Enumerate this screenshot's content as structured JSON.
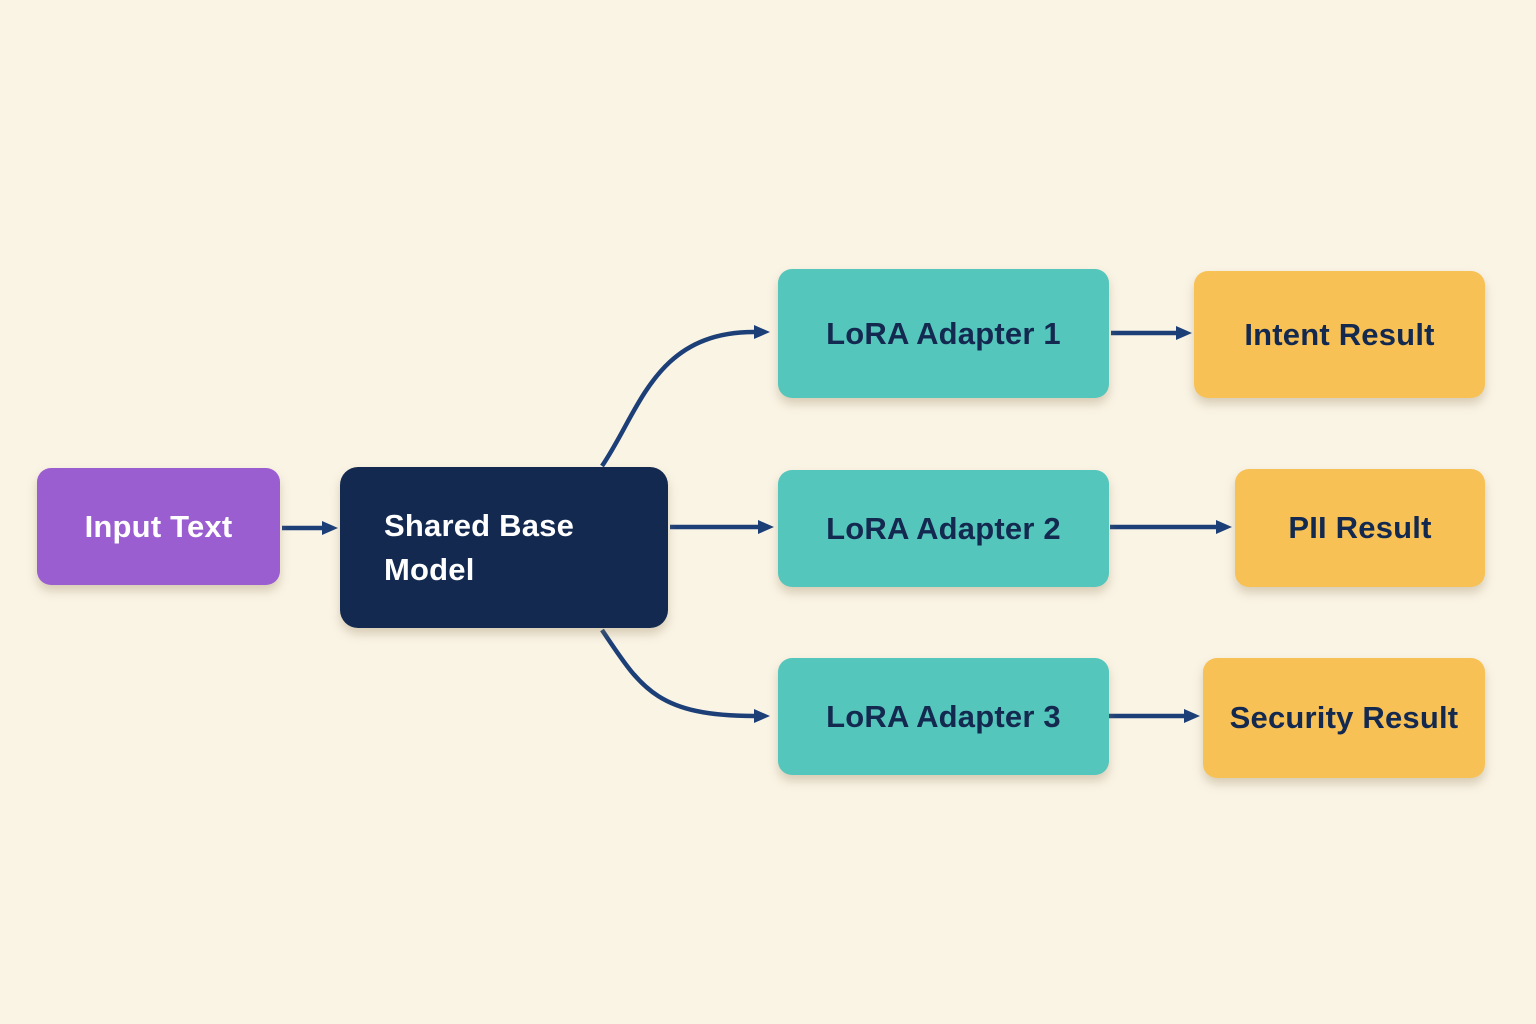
{
  "diagram": {
    "nodes": {
      "input": {
        "id": "input",
        "label": "Input Text",
        "fill": "#9b5ed1",
        "text_color": "#ffffff"
      },
      "base": {
        "id": "base",
        "label": "Shared Base Model",
        "fill": "#132950",
        "text_color": "#ffffff"
      },
      "lora1": {
        "id": "lora1",
        "label": "LoRA Adapter 1",
        "fill": "#55c6bb",
        "text_color": "#132950"
      },
      "lora2": {
        "id": "lora2",
        "label": "LoRA Adapter 2",
        "fill": "#55c6bb",
        "text_color": "#132950"
      },
      "lora3": {
        "id": "lora3",
        "label": "LoRA Adapter 3",
        "fill": "#55c6bb",
        "text_color": "#132950"
      },
      "intent": {
        "id": "intent",
        "label": "Intent Result",
        "fill": "#f8c155",
        "text_color": "#132950"
      },
      "pii": {
        "id": "pii",
        "label": "PII Result",
        "fill": "#f8c155",
        "text_color": "#132950"
      },
      "security": {
        "id": "security",
        "label": "Security Result",
        "fill": "#f8c155",
        "text_color": "#132950"
      }
    },
    "edges": [
      {
        "from": "input",
        "to": "base"
      },
      {
        "from": "base",
        "to": "lora1"
      },
      {
        "from": "base",
        "to": "lora2"
      },
      {
        "from": "base",
        "to": "lora3"
      },
      {
        "from": "lora1",
        "to": "intent"
      },
      {
        "from": "lora2",
        "to": "pii"
      },
      {
        "from": "lora3",
        "to": "security"
      }
    ],
    "colors": {
      "background": "#faf4e5",
      "arrow": "#1c3f77",
      "input_fill": "#9b5ed1",
      "base_fill": "#132950",
      "adapter_fill": "#55c6bb",
      "result_fill": "#f8c155",
      "light_text": "#ffffff",
      "dark_text": "#132950"
    }
  }
}
